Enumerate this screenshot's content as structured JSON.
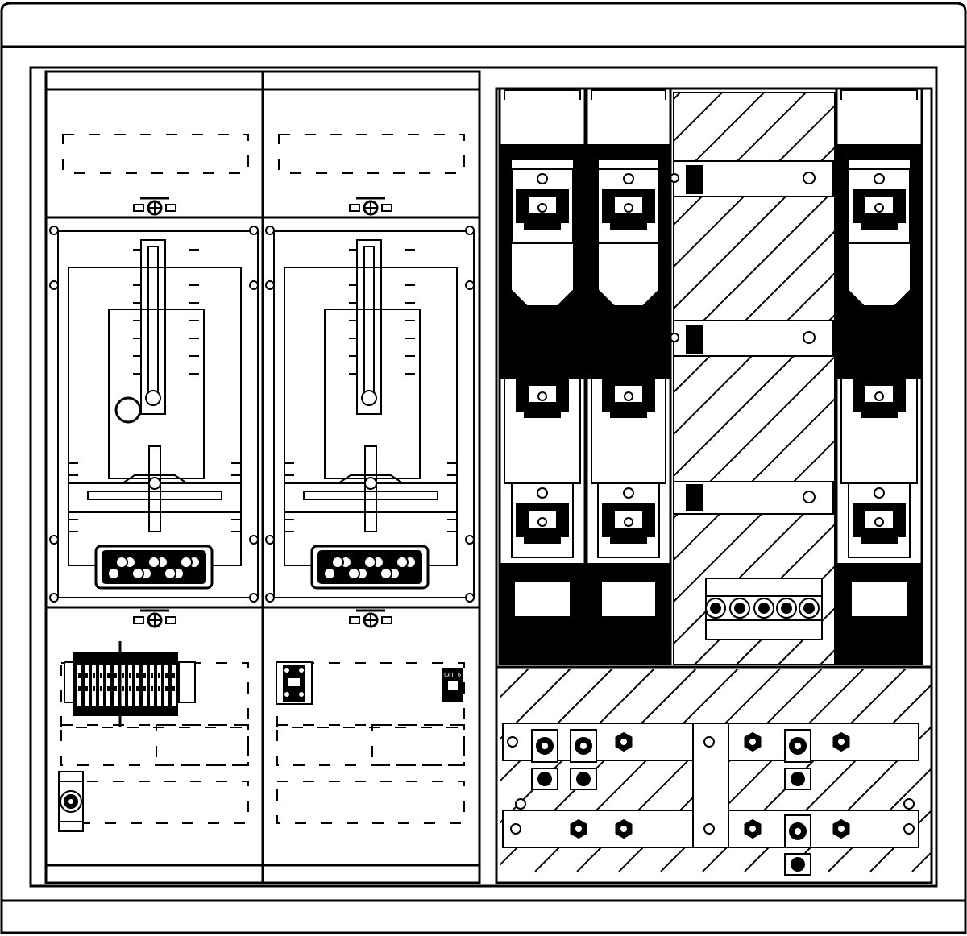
{
  "drawing": {
    "subject": "meter-cabinet-front-view",
    "colors": {
      "line": "#000000",
      "background": "#ffffff"
    },
    "meter_field_count": 2,
    "fuse_switch_count": 3,
    "busbar_count": 2,
    "module_label": "CAT 6"
  }
}
